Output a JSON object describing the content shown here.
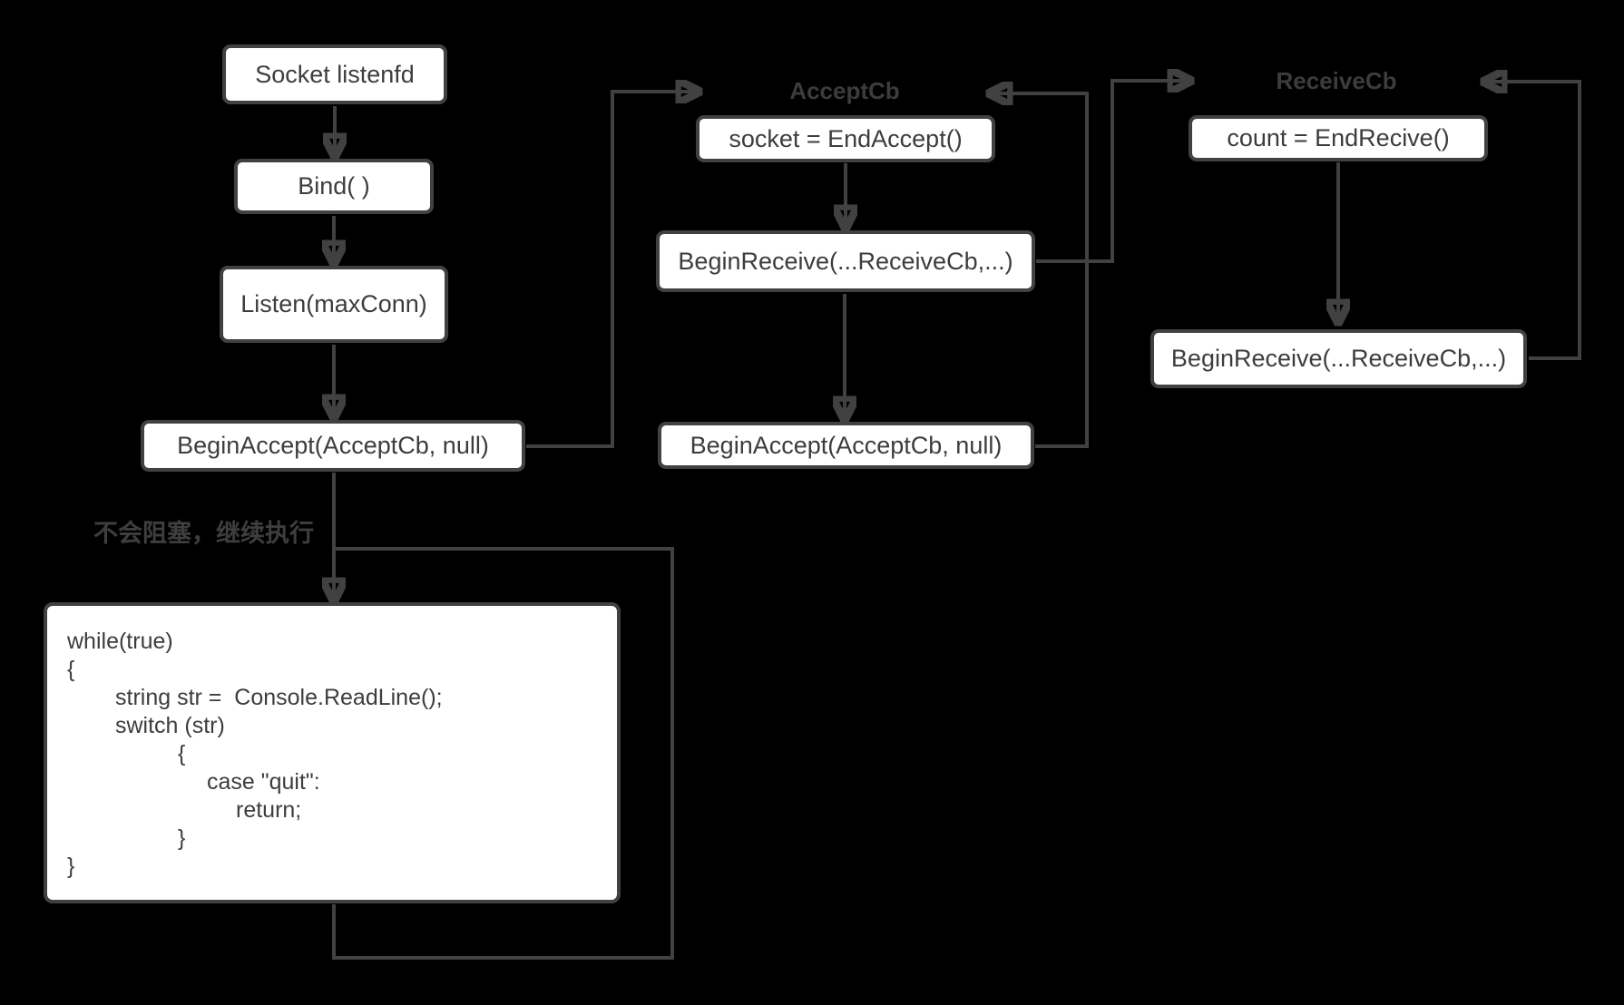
{
  "diagram": {
    "colors": {
      "background": "#000000",
      "line": "#414141",
      "box_fill": "#ffffff",
      "box_border": "#414141",
      "box_text": "#3d3d3d",
      "title_text": "#3c3c3c"
    },
    "nodes": {
      "socket_listenfd": "Socket listenfd",
      "bind": "Bind( )",
      "listen": "Listen(maxConn)",
      "begin_accept_main": "BeginAccept(AcceptCb, null)",
      "end_accept": "socket = EndAccept()",
      "begin_receive_accept": "BeginReceive(...ReceiveCb,...)",
      "begin_accept_cb": "BeginAccept(AcceptCb, null)",
      "end_receive": "count = EndRecive()",
      "begin_receive_cb": "BeginReceive(...ReceiveCb,...)"
    },
    "titles": {
      "accept_cb": "AcceptCb",
      "receive_cb": "ReceiveCb"
    },
    "annotation": "不会阻塞，继续执行",
    "code_block": {
      "lines": [
        "while(true)",
        "{",
        "string str =  Console.ReadLine();",
        "switch (str)",
        "{",
        "case \"quit\":",
        "return;",
        "}",
        "}"
      ]
    }
  }
}
